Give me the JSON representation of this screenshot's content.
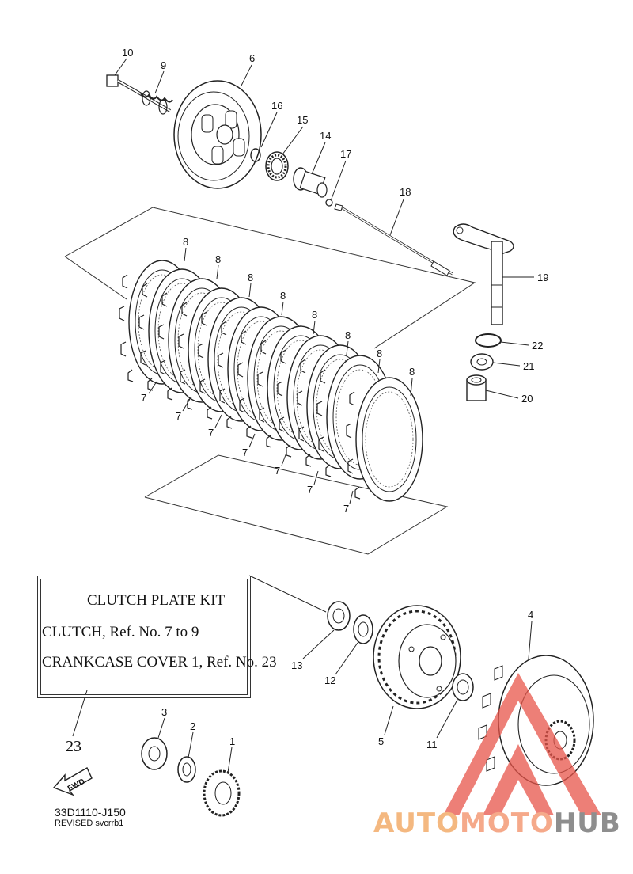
{
  "callouts": {
    "c1": "1",
    "c2": "2",
    "c3": "3",
    "c4": "4",
    "c5": "5",
    "c6": "6",
    "c7": "7",
    "c8": "8",
    "c9": "9",
    "c10": "10",
    "c11": "11",
    "c12": "12",
    "c13": "13",
    "c14": "14",
    "c15": "15",
    "c16": "16",
    "c17": "17",
    "c18": "18",
    "c19": "19",
    "c20": "20",
    "c21": "21",
    "c22": "22"
  },
  "kit_box": {
    "title": "CLUTCH PLATE KIT",
    "line1": "CLUTCH, Ref. No. 7 to 9",
    "line2": "CRANKCASE COVER 1, Ref. No. 23"
  },
  "ref_23": "23",
  "fwd_label": "FWD",
  "diagram_code": "33D1110-J150",
  "revision": "REVISED svcrrb1",
  "watermark": {
    "part1": "AUTO",
    "part2": "MOTO",
    "part3": "HUB"
  },
  "colors": {
    "line": "#222222",
    "watermark_red": "#e8554a",
    "watermark_orange": "#f4b880",
    "watermark_gray": "#8e8e8e"
  }
}
